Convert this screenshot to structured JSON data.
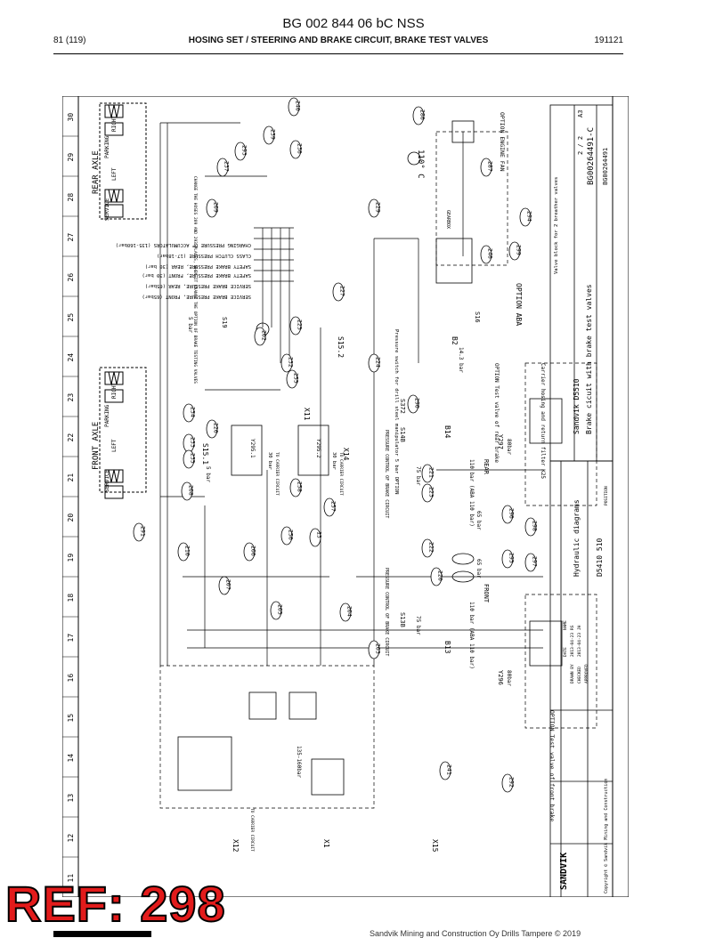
{
  "header": {
    "doc_title": "BG 002 844 06 bC NSS",
    "page": "81 (119)",
    "section": "HOSING SET / STEERING AND BRAKE CIRCUIT, BRAKE TEST VALVES",
    "date": "191121"
  },
  "overlay": {
    "ref": "REF: 298"
  },
  "footer": {
    "text": "Sandvik Mining and Construction Oy Drills Tampere © 2019"
  },
  "grid": {
    "cols": [
      "30",
      "29",
      "28",
      "27",
      "26",
      "25",
      "24",
      "23",
      "22",
      "21",
      "20",
      "19",
      "18",
      "17",
      "16",
      "15",
      "14",
      "13",
      "12",
      "11"
    ]
  },
  "diagram": {
    "rear_axle": {
      "title": "REAR AXLE",
      "service": "SERVICE",
      "parking": "PARKING",
      "left": "LEFT",
      "right": "RIGHT"
    },
    "front_axle": {
      "title": "FRONT AXLE",
      "service": "SERVICE",
      "parking": "PARKING",
      "left": "LEFT",
      "right": "RIGHT"
    },
    "labels": {
      "clutch": "CLASS CLUTCH PRESSURE (17-18bar)",
      "charging": "CHARGING PRESSURE OF ACCUMULATORS (135-160bar)",
      "safety_rear": "SAFETY BRAKE PRESSURE, REAR (30 bar)",
      "safety_front": "SAFETY BRAKE PRESSURE, FRONT (30 bar)",
      "service_rear": "SERVICE BRAKE PRESSURE, REAR (65bar)",
      "service_front": "SERVICE BRAKE PRESSURE, FRONT (65bar)",
      "option_engine_fan": "OPTION ENGINE FAN",
      "temp": "110° C",
      "gearbox": "GEARBOX",
      "option_aba": "OPTION ABA",
      "pressure_switch": "Pressure switch for drill steel manipulator 5 bar OPTION",
      "front": "FRONT",
      "rear": "REAR",
      "s13b": "S13B",
      "s14b": "S14B",
      "to_carrier": "TO CARRIER CIRCUIT",
      "x12": "X12",
      "x1": "X1",
      "x15": "X15",
      "x11": "X11",
      "x14": "X14",
      "s15_1": "S15.1",
      "s15_2": "S15.2",
      "s19": "S19",
      "s16": "S16",
      "s372": "S372",
      "y295_1": "Y295.1",
      "y295_2": "Y295.2",
      "y296": "Y296",
      "y297": "Y297",
      "b13": "B13",
      "b14": "B14",
      "b2": "B2",
      "option_front_test": "OPTION Test valve of front brake",
      "option_rear_test": "OPTION Test valve of rear brake",
      "pc_front": "PRESSURE CONTROL OF BRAKE CIRCUIT",
      "pc_rear": "PRESSURE CONTROL OF BRAKE CIRCUIT",
      "bar_110_front": "110 bar (ABA 110 bar)",
      "bar_110_rear": "110 bar (ABA 110 bar)",
      "bar_65": "65 bar",
      "bar_75": "75 bar",
      "bar_30": "30 bar",
      "bar_5": "5 bar",
      "bar_80": "80bar",
      "bar_14": "14.3 bar",
      "accu": "135-160bar",
      "change_hoses": "CHANGE THE HOSES 209 AND 293 PLACES, WHEN IT CHANGE THE OPTION OF BRAKE TESTING VALVES"
    },
    "callouts": [
      "240",
      "236",
      "239",
      "293",
      "237",
      "209",
      "286",
      "287",
      "294",
      "229",
      "246",
      "299",
      "227",
      "225",
      "202",
      "232",
      "255",
      "224",
      "234",
      "233",
      "226",
      "235",
      "208",
      "258",
      "257",
      "256",
      "206",
      "291",
      "210",
      "207",
      "205",
      "204",
      "203",
      "220",
      "222",
      "223",
      "221",
      "290",
      "296",
      "295",
      "297",
      "298",
      "292",
      "241",
      "13"
    ],
    "title_block": {
      "company": "SANDVIK",
      "copyright": "Copyright © Sandvik Mining and Construction",
      "drawing_title": "Hydraulic diagrams",
      "drawing_no": "D5410 510",
      "main_title": "Sandvik D5510",
      "sub_title": "Brake cicuit with brake test valves",
      "carrier_hosing": "Carrier hosing and return filter K25",
      "valve_block": "Valve block for 2 breather valves",
      "dwg_no": "BG00264491-C",
      "id_code": "BG00264491",
      "sheet": "2 / 2",
      "size": "A3",
      "drawn": "DRAWN BY",
      "checked": "CHECKED",
      "approved": "APPROVED",
      "drawn_date": "2013-04-23",
      "checked_date": "2013-04-23",
      "drawn_name": "RS",
      "checked_name": "JH",
      "date_lbl": "DATE",
      "name_lbl": "NAME",
      "position_lbl": "POSITION"
    }
  }
}
